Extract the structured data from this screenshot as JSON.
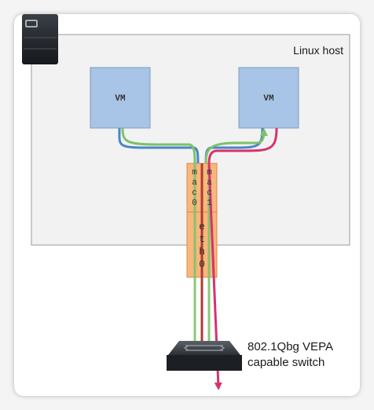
{
  "host": {
    "label": "Linux host"
  },
  "vms": [
    {
      "label": "VM"
    },
    {
      "label": "VM"
    }
  ],
  "interfaces": {
    "macvtap0": [
      "m",
      "a",
      "c",
      "0"
    ],
    "macvtap1": [
      "m",
      "a",
      "c",
      "1"
    ],
    "eth0": [
      "e",
      "t",
      "h",
      "0"
    ]
  },
  "switch": {
    "line1": "802.1Qbg VEPA",
    "line2": "capable switch"
  },
  "colors": {
    "vm_fill": "#a8c4e6",
    "vm_stroke": "#7f9cc4",
    "host_fill": "#f2f2f2",
    "iface_fill": "#f7b77d",
    "link_blue": "#4a86c6",
    "link_green": "#7cc26a",
    "link_red": "#b03a2e",
    "link_magenta": "#d6336c"
  }
}
